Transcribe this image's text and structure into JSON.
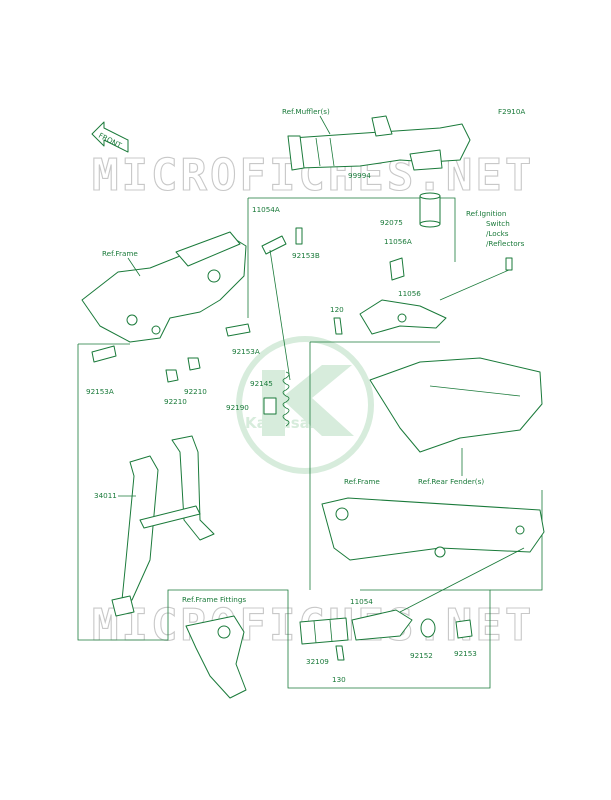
{
  "figure_code": "F2910A",
  "front_label": "FRONT",
  "watermark": {
    "site": "MICROFICHES.NET",
    "logo_text": "Kawasaki"
  },
  "refs": {
    "muffler": "Ref.Muffler(s)",
    "ignition": [
      "Ref.Ignition",
      "Switch",
      "/Locks",
      "/Reflectors"
    ],
    "frame_top": "Ref.Frame",
    "frame_mid": "Ref.Frame",
    "rear_fender": "Ref.Rear Fender(s)",
    "frame_fittings": "Ref.Frame Fittings"
  },
  "parts": {
    "p99994": "99994",
    "p92075": "92075",
    "p11054A": "11054A",
    "p92153B": "92153B",
    "p11056A": "11056A",
    "p11056": "11056",
    "p120": "120",
    "p92153A_top": "92153A",
    "p92153A_left": "92153A",
    "p92210_a": "92210",
    "p92210_b": "92210",
    "p92145": "92145",
    "p92190": "92190",
    "p34011": "34011",
    "p11054": "11054",
    "p32109": "32109",
    "p92152": "92152",
    "p92153": "92153",
    "p130": "130"
  },
  "colors": {
    "line": "#1a7a3a",
    "watermark": "#c8c8c8",
    "background": "#ffffff"
  }
}
